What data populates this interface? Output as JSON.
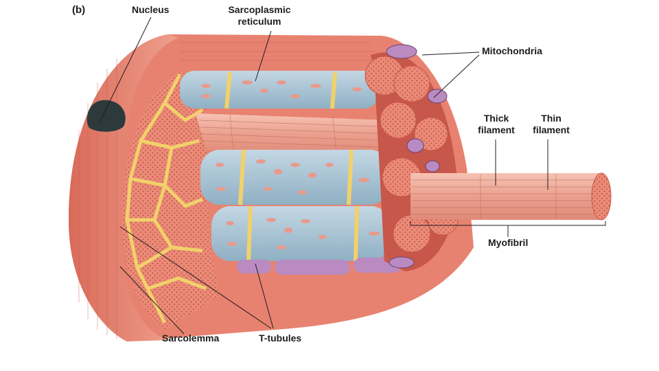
{
  "panel_letter": "(b)",
  "labels": {
    "nucleus": "Nucleus",
    "sarcoplasmic_line1": "Sarcoplasmic",
    "sarcoplasmic_line2": "reticulum",
    "mitochondria": "Mitochondria",
    "thick_line1": "Thick",
    "thick_line2": "filament",
    "thin_line1": "Thin",
    "thin_line2": "filament",
    "myofibril": "Myofibril",
    "sarcolemma": "Sarcolemma",
    "t_tubules": "T-tubules"
  },
  "colors": {
    "muscle": "#e8806e",
    "muscle_dark": "#c7574a",
    "sarcoplasmic_reticulum": "#a9c3d3",
    "t_tubule": "#f2d16b",
    "mitochondria": "#b98bc0",
    "nucleus": "#2c3a3c",
    "label_text": "#1c1c1c"
  }
}
